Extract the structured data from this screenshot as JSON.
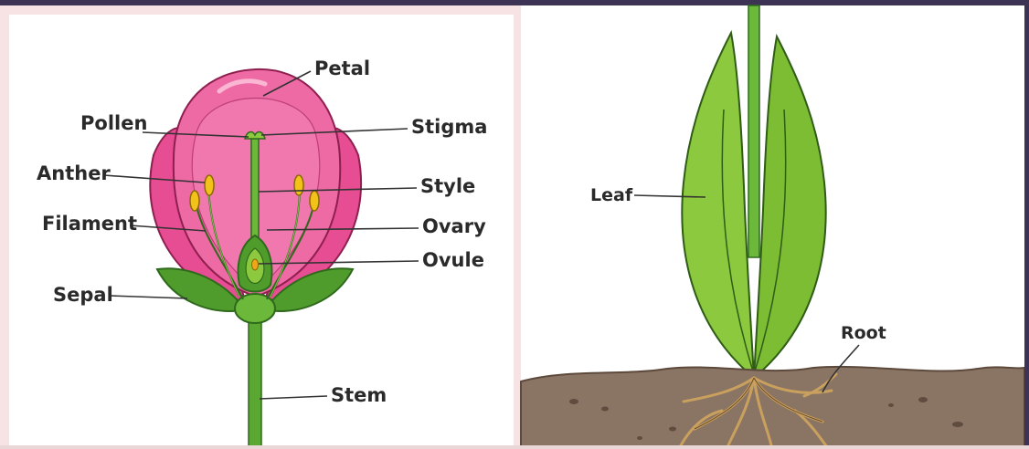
{
  "flower_diagram": {
    "labels": {
      "petal": "Petal",
      "pollen": "Pollen",
      "stigma": "Stigma",
      "anther": "Anther",
      "style": "Style",
      "filament": "Filament",
      "ovary": "Ovary",
      "ovule": "Ovule",
      "sepal": "Sepal",
      "stem": "Stem"
    }
  },
  "plant_diagram": {
    "labels": {
      "leaf": "Leaf",
      "root": "Root"
    }
  },
  "colors": {
    "petal": "#ec5b9a",
    "petal_dark": "#d1347a",
    "green": "#5aa832",
    "green_light": "#8cc93e",
    "anther": "#f2c21b",
    "soil": "#8a7463",
    "frame": "#3d3355"
  }
}
